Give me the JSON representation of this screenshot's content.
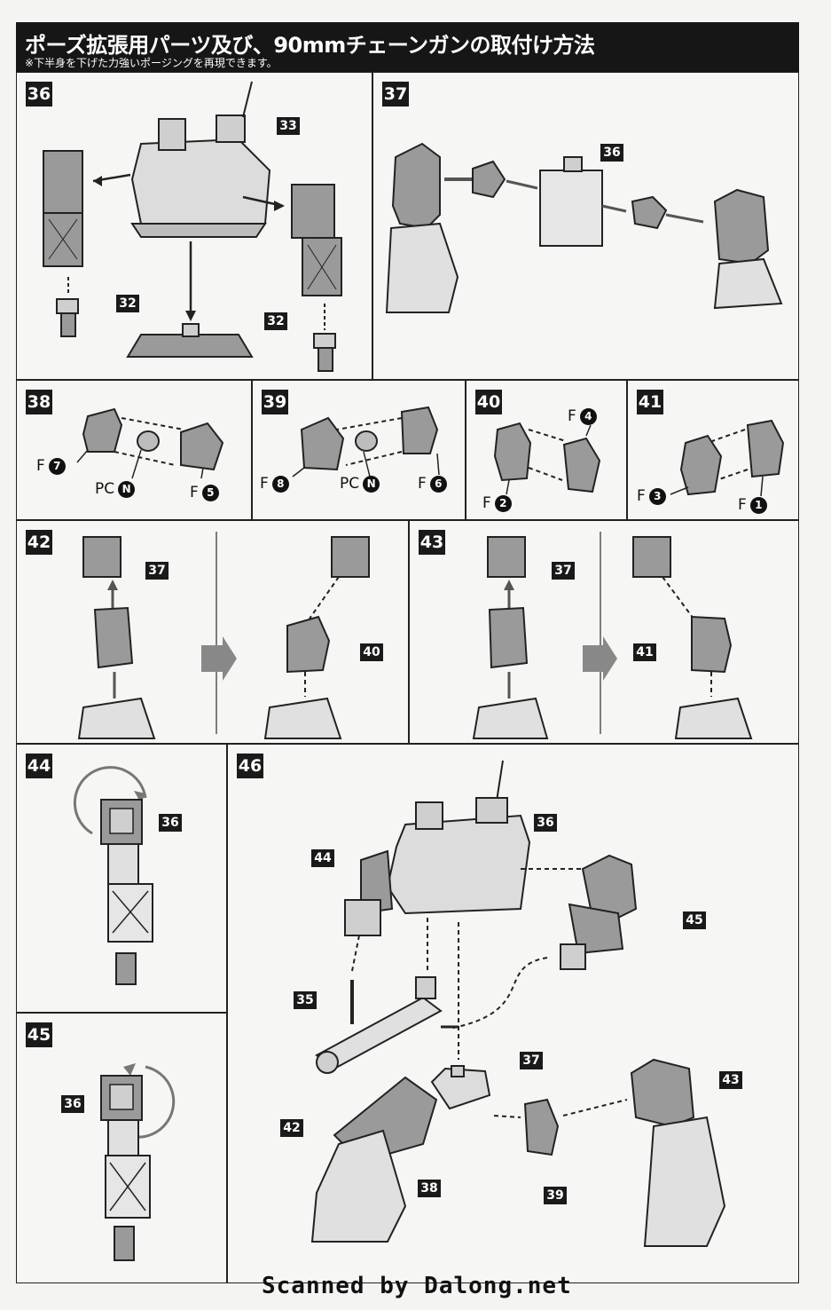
{
  "header": {
    "title": "ポーズ拡張用パーツ及び、90mmチェーンガンの取付け方法",
    "subtitle": "※下半身を下げた力強いポージングを再現できます。"
  },
  "steps": {
    "s36": {
      "number": "36",
      "tags": {
        "t33": "33",
        "t32a": "32",
        "t32b": "32"
      }
    },
    "s37": {
      "number": "37",
      "tags": {
        "t36": "36"
      }
    },
    "s38": {
      "number": "38",
      "labels": {
        "f7": "F",
        "f7n": "7",
        "pc": "PC",
        "pcn": "N",
        "f5": "F",
        "f5n": "5"
      }
    },
    "s39": {
      "number": "39",
      "labels": {
        "f8": "F",
        "f8n": "8",
        "pc": "PC",
        "pcn": "N",
        "f6": "F",
        "f6n": "6"
      }
    },
    "s40": {
      "number": "40",
      "labels": {
        "f4": "F",
        "f4n": "4",
        "f2": "F",
        "f2n": "2"
      }
    },
    "s41": {
      "number": "41",
      "labels": {
        "f3": "F",
        "f3n": "3",
        "f1": "F",
        "f1n": "1"
      }
    },
    "s42": {
      "number": "42",
      "tags": {
        "t37": "37",
        "t40": "40"
      }
    },
    "s43": {
      "number": "43",
      "tags": {
        "t37": "37",
        "t41": "41"
      }
    },
    "s44": {
      "number": "44",
      "tags": {
        "t36": "36"
      }
    },
    "s45": {
      "number": "45",
      "tags": {
        "t36": "36"
      }
    },
    "s46": {
      "number": "46",
      "tags": {
        "t36": "36",
        "t44": "44",
        "t45": "45",
        "t35": "35",
        "t37": "37",
        "t43": "43",
        "t42": "42",
        "t38": "38",
        "t39": "39"
      }
    }
  },
  "footer": {
    "credit": "Scanned by Dalong.net"
  },
  "colors": {
    "ink": "#111111",
    "paper": "#f4f4f2",
    "part_fill": "#9a9a9a",
    "label_bg": "#1a1a1a"
  }
}
